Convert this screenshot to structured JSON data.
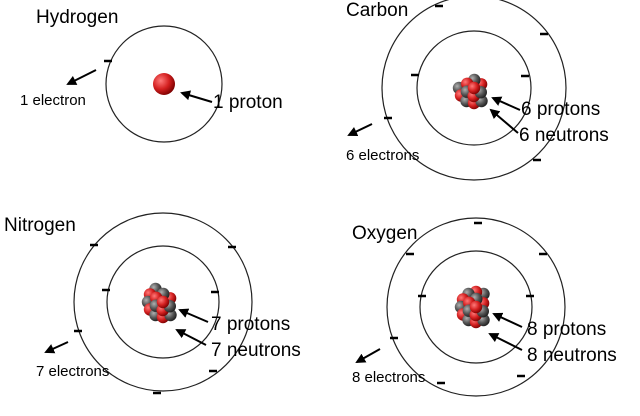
{
  "atoms": [
    {
      "key": "hydrogen",
      "title": "Hydrogen",
      "labels": {
        "protons": "1 proton",
        "electrons": "1 electron"
      },
      "shells": [
        1
      ],
      "nucleus": {
        "protons": 1,
        "neutrons": 0
      }
    },
    {
      "key": "carbon",
      "title": "Carbon",
      "labels": {
        "protons": "6 protons",
        "neutrons": "6 neutrons",
        "electrons": "6 electrons"
      },
      "shells": [
        2,
        4
      ],
      "nucleus": {
        "protons": 6,
        "neutrons": 6
      }
    },
    {
      "key": "nitrogen",
      "title": "Nitrogen",
      "labels": {
        "protons": "7 protons",
        "neutrons": "7 neutrons",
        "electrons": "7 electrons"
      },
      "shells": [
        2,
        5
      ],
      "nucleus": {
        "protons": 7,
        "neutrons": 7
      }
    },
    {
      "key": "oxygen",
      "title": "Oxygen",
      "labels": {
        "protons": "8 protons",
        "neutrons": "8 neutrons",
        "electrons": "8 electrons"
      },
      "shells": [
        2,
        6
      ],
      "nucleus": {
        "protons": 8,
        "neutrons": 8
      }
    }
  ],
  "colors": {
    "proton": "#d42020",
    "neutron": "#555555",
    "orbit": "#222222",
    "ink": "#000000"
  }
}
